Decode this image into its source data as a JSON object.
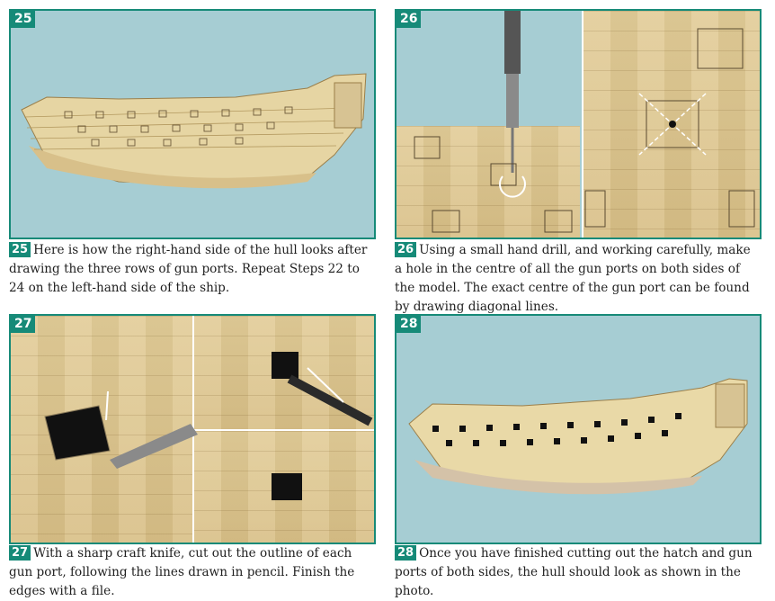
{
  "steps": [
    {
      "num": "25",
      "caption": "Here is how the right-hand side of the hull looks after drawing the three rows of gun ports. Repeat Steps 22 to 24 on the left-hand side of the ship."
    },
    {
      "num": "26",
      "caption": "Using a small hand drill, and working carefully, make a hole in the centre of all the gun ports on both sides of the model. The exact centre of the gun port can be found by drawing diagonal lines."
    },
    {
      "num": "27",
      "caption": "With a sharp craft knife, cut out the outline of each gun port, following the lines drawn in pencil. Finish the edges with a file."
    },
    {
      "num": "28",
      "caption": "Once you have finished cutting out the hatch and gun ports of both sides, the hull should look as shown in the photo."
    }
  ],
  "colors": {
    "accent": "#168a78",
    "sky": "#a6cdd3",
    "wood": "#dcc48d"
  }
}
